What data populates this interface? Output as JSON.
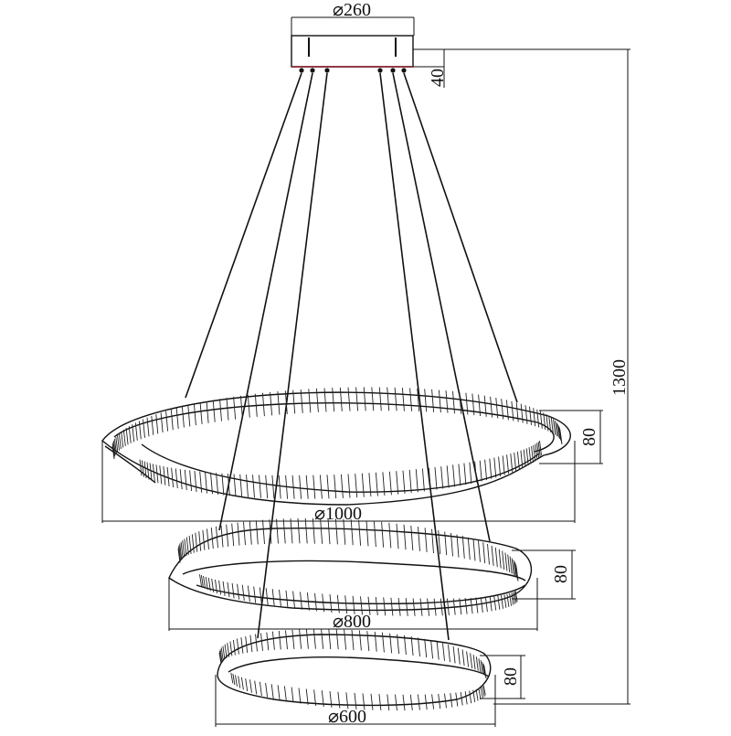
{
  "dimensions": {
    "canopy_diameter": "⌀260",
    "canopy_height": "40",
    "total_height": "1300",
    "ring_large_diameter": "⌀1000",
    "ring_large_height": "80",
    "ring_medium_diameter": "⌀800",
    "ring_medium_height": "80",
    "ring_small_diameter": "⌀600",
    "ring_small_height": "80"
  },
  "colors": {
    "line": "#111111",
    "canopy_accent": "#8b1a2b",
    "background": "#ffffff"
  }
}
